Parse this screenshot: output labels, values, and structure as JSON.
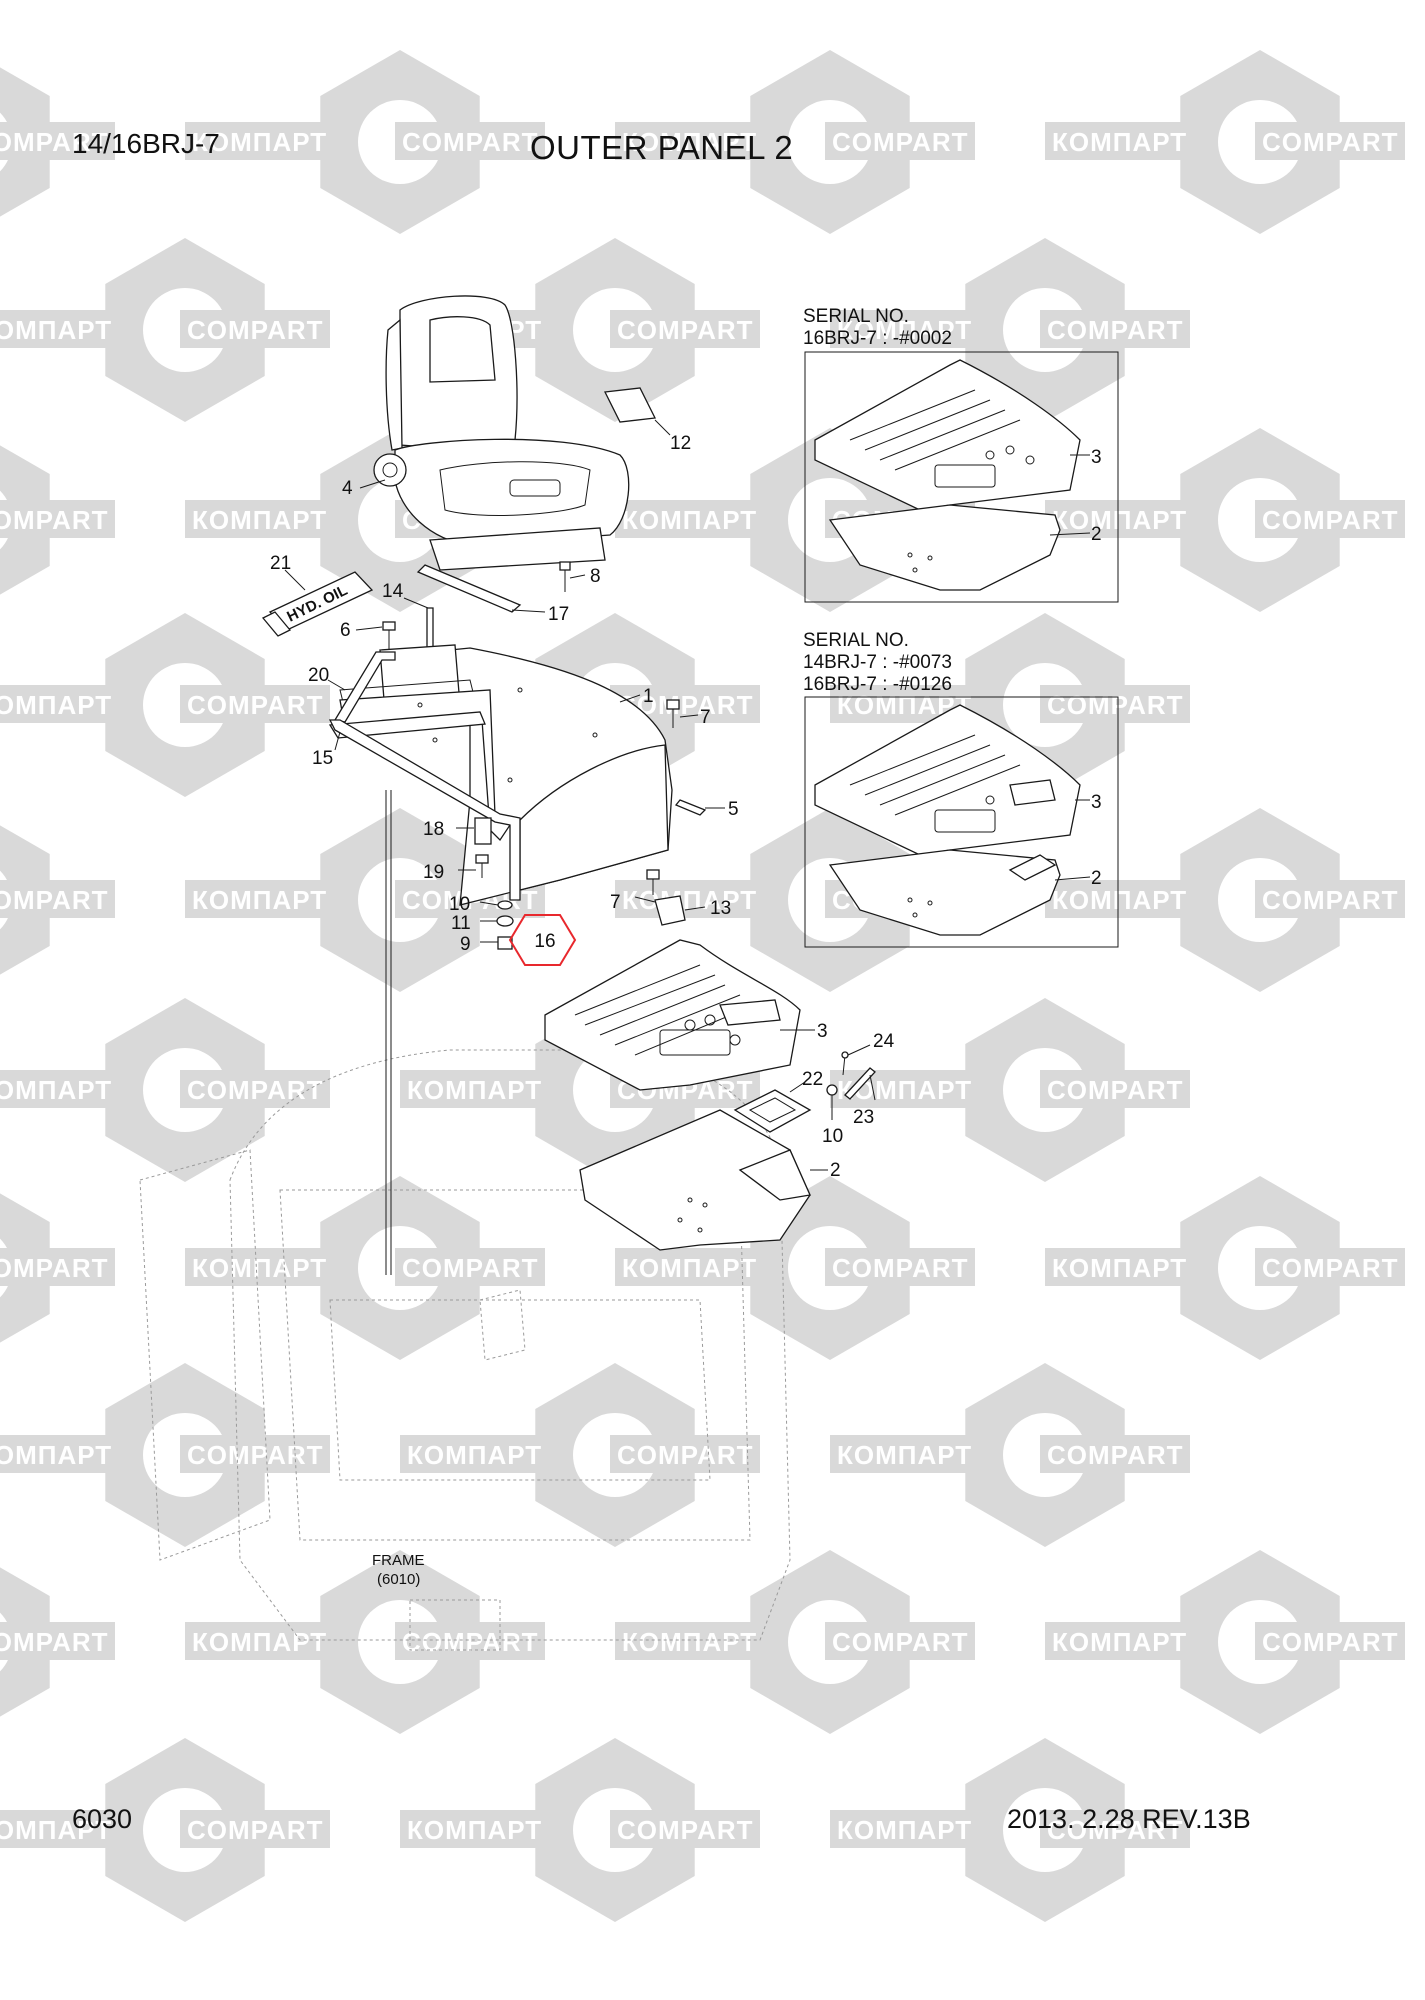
{
  "header": {
    "model": "14/16BRJ-7",
    "title": "OUTER PANEL 2"
  },
  "footer": {
    "page_number": "6030",
    "revision": "2013. 2.28  REV.13B"
  },
  "watermark": {
    "latin": "COMPART",
    "cyrillic": "КОМПАРТ",
    "color": "#d9d9d9"
  },
  "inset_1": {
    "heading": "SERIAL NO.",
    "lines": [
      "16BRJ-7 : -#0002"
    ],
    "callouts": [
      "3",
      "2"
    ]
  },
  "inset_2": {
    "heading": "SERIAL NO.",
    "lines": [
      "14BRJ-7 : -#0073",
      "16BRJ-7 : -#0126"
    ],
    "callouts": [
      "3",
      "2"
    ]
  },
  "callouts": {
    "c1": "1",
    "c2": "2",
    "c3": "3",
    "c4": "4",
    "c5": "5",
    "c6": "6",
    "c7a": "7",
    "c7b": "7",
    "c8": "8",
    "c9": "9",
    "c10a": "10",
    "c10b": "10",
    "c11": "11",
    "c12": "12",
    "c13": "13",
    "c14": "14",
    "c15": "15",
    "c16": "16",
    "c17": "17",
    "c18": "18",
    "c19": "19",
    "c20": "20",
    "c21": "21",
    "c22": "22",
    "c23": "23",
    "c24": "24"
  },
  "decal_text": "HYD. OIL",
  "frame_ref": {
    "label": "FRAME",
    "code": "(6010)"
  },
  "highlight_color": "#e8282d"
}
